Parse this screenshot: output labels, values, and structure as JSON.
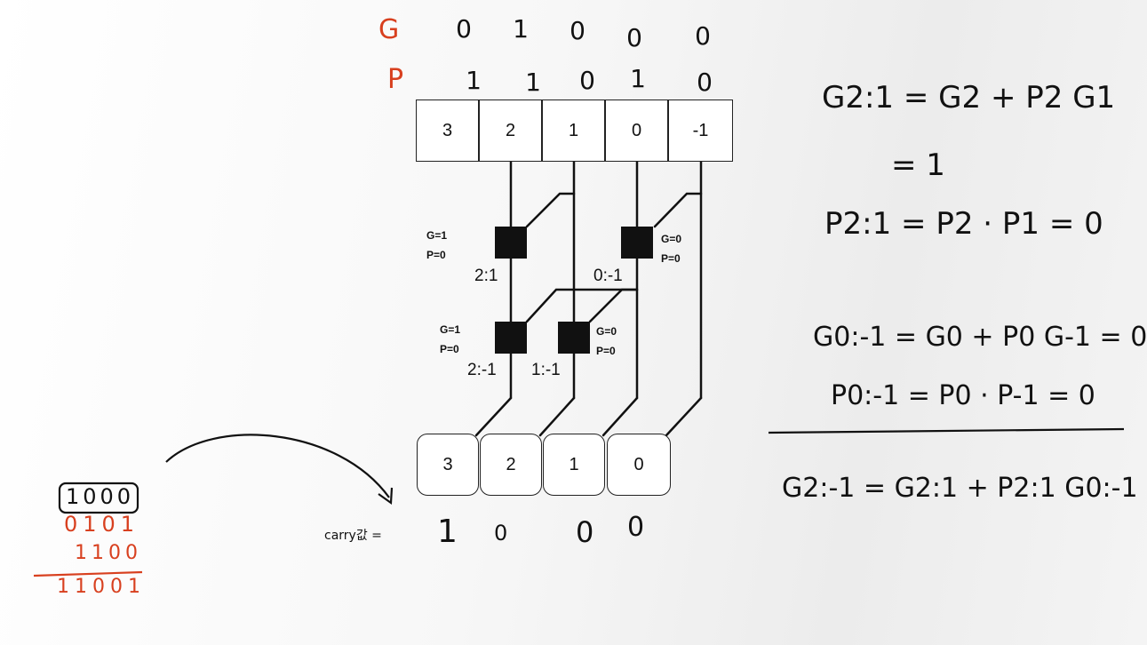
{
  "header": {
    "g_label": "G",
    "p_label": "P",
    "g_bits": [
      "0",
      "1",
      "0",
      "0",
      "0"
    ],
    "p_bits": [
      "1",
      "1",
      "0",
      "1",
      "0"
    ]
  },
  "input_cells": [
    "3",
    "2",
    "1",
    "0",
    "-1"
  ],
  "nodes": {
    "n21": {
      "label": "2:1",
      "note_g": "G=1",
      "note_p": "P=0"
    },
    "n0m1": {
      "label": "0:-1",
      "note_g": "G=0",
      "note_p": "P=0"
    },
    "n2m1": {
      "label": "2:-1",
      "note_g": "G=1",
      "note_p": "P=0"
    },
    "n1m1": {
      "label": "1:-1",
      "note_g": "G=0",
      "note_p": "P=0"
    }
  },
  "output_cells": [
    "3",
    "2",
    "1",
    "0"
  ],
  "carry": {
    "label": "carry값 =",
    "bits": [
      "1",
      "0",
      "0",
      "0"
    ]
  },
  "side_calc": {
    "boxed": "1000",
    "line2": "0101",
    "line3": "1100",
    "result": "11001"
  },
  "equations": {
    "eq1": "G2:1 = G2 + P2 G1",
    "eq2": "= 1",
    "eq3": "P2:1 = P2 · P1 = 0",
    "eq4": "G0:-1 = G0 + P0 G-1 = 0",
    "eq5": "P0:-1 = P0 · P-1 = 0",
    "eq6": "G2:-1 = G2:1 + P2:1 G0:-1"
  }
}
